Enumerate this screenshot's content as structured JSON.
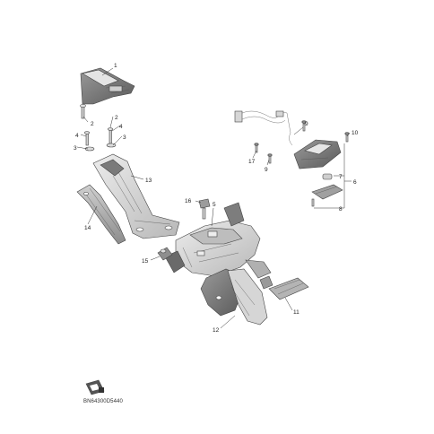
{
  "diagram": {
    "callouts": [
      {
        "id": "c1",
        "label": "1"
      },
      {
        "id": "c2",
        "label": "2"
      },
      {
        "id": "c3",
        "label": "3"
      },
      {
        "id": "c4",
        "label": "4"
      },
      {
        "id": "c2b",
        "label": "2"
      },
      {
        "id": "c4b",
        "label": "4"
      },
      {
        "id": "c3b",
        "label": "3"
      },
      {
        "id": "c13",
        "label": "13"
      },
      {
        "id": "c14",
        "label": "14"
      },
      {
        "id": "c16",
        "label": "16"
      },
      {
        "id": "c5",
        "label": "5"
      },
      {
        "id": "c15",
        "label": "15"
      },
      {
        "id": "c12",
        "label": "12"
      },
      {
        "id": "c11",
        "label": "11"
      },
      {
        "id": "c9",
        "label": "9"
      },
      {
        "id": "c17",
        "label": "17"
      },
      {
        "id": "c9b",
        "label": "9"
      },
      {
        "id": "c10",
        "label": "10"
      },
      {
        "id": "c7",
        "label": "7"
      },
      {
        "id": "c6",
        "label": "6"
      },
      {
        "id": "c8",
        "label": "8"
      }
    ],
    "drawing_code": "BN64300D5440",
    "colors": {
      "part_light": "#d9d9d9",
      "part_mid": "#a8a8a8",
      "part_dark": "#6e6e6e",
      "line": "#333333"
    }
  }
}
